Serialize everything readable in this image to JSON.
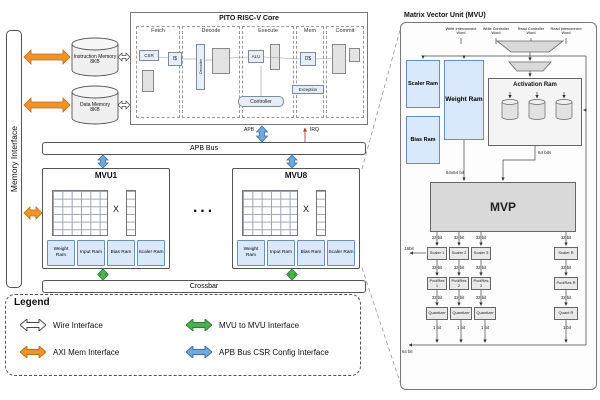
{
  "colors": {
    "axi_orange": "#f0932b",
    "mvu_green": "#4caf50",
    "apb_blue": "#6fa8dc",
    "ram_fill": "#dae8fc",
    "ram_border": "#6c8ebf",
    "block_gray": "#d9d9d9"
  },
  "left": {
    "memory_interface": "Memory Interface",
    "instruction_memory": {
      "name": "Instruction Memory",
      "size": "8KB"
    },
    "data_memory": {
      "name": "Data Memory",
      "size": "8KB"
    },
    "core": {
      "title": "PITO RISC-V Core",
      "stages": [
        "Fetch",
        "Decode",
        "Execute",
        "Mem",
        "Commit"
      ],
      "csr": "CSR",
      "icache": "I$",
      "decoder": "Decoder",
      "alu": "ALU",
      "dcache": "D$",
      "controller": "Controller",
      "exception": "Exception",
      "apb": "APB",
      "irq": "IRQ"
    },
    "apb_bus": "APB Bus",
    "mvu1_title": "MVU1",
    "mvu8_title": "MVU8",
    "multiply": "X",
    "rams": [
      "Weight Ram",
      "Input Ram",
      "Bias Ram",
      "Scaler Ram"
    ],
    "dots": "...",
    "crossbar": "Crossbar"
  },
  "legend": {
    "title": "Legend",
    "items": [
      {
        "label": "Wire Interface"
      },
      {
        "label": "AXI Mem Interface"
      },
      {
        "label": "MVU to MVU Interface"
      },
      {
        "label": "APB Bus CSR Config Interface"
      }
    ]
  },
  "right": {
    "title": "Matrix Vector Unit (MVU)",
    "top_labels": [
      "Write Interconnect Word",
      "Write Controller Word",
      "Read Controller Word",
      "Read Interconnect Word"
    ],
    "scaler_ram": "Scaler Ram",
    "weight_ram": "Weight Ram",
    "bias_ram": "Bias Ram",
    "activation_ram": "Activation Ram",
    "bus_64bits": "64 bits",
    "bus_64x64": "64x64 bit",
    "mvp": "MVP",
    "bit32": "32 bit",
    "bit16": "16bit",
    "bit64": "64 bit",
    "bit1": "1 bit",
    "scalers": [
      "Scaler 1",
      "Scaler 2",
      "Scaler 3"
    ],
    "scaler_r": "Scaler R",
    "poolres": [
      "PoolRes 1",
      "PoolRes 2",
      "PoolRes 3"
    ],
    "poolres_r": "PoolRes R",
    "quantizers": [
      "Quantizer",
      "Quantizer",
      "Quantizer"
    ],
    "quant_r": "Quant R"
  }
}
